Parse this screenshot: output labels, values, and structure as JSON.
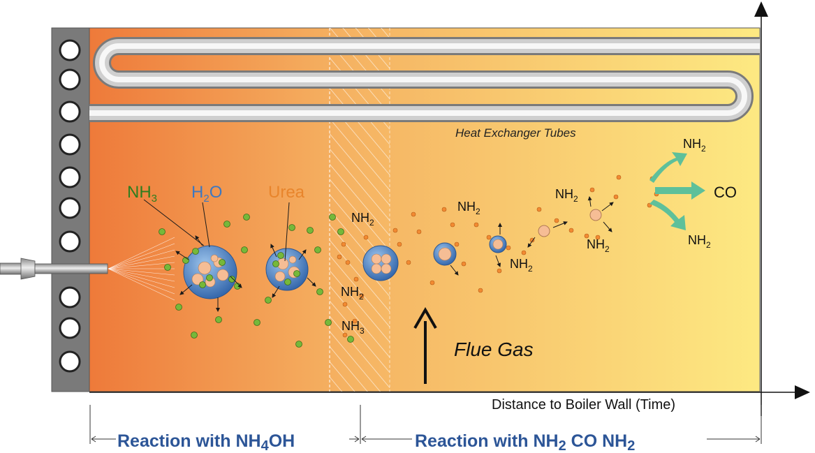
{
  "labels": {
    "heat_exchanger": "Heat Exchanger Tubes",
    "nh3": "NH",
    "nh3_sub": "3",
    "h2o_h": "H",
    "h2o_sub": "2",
    "h2o_o": "O",
    "urea": "Urea",
    "flue_gas": "Flue Gas",
    "co": "CO",
    "nh2_base": "NH",
    "nh2_sub": "2",
    "nh3_base": "NH",
    "nh3_small_sub": "3",
    "axis_x": "Distance to Boiler Wall (Time)",
    "reaction1_prefix": "Reaction with NH",
    "reaction1_sub": "4",
    "reaction1_suffix": "OH",
    "reaction2_prefix": "Reaction with NH",
    "reaction2_sub1": "2",
    "reaction2_mid": " CO NH",
    "reaction2_sub2": "2"
  },
  "colors": {
    "hot": "#ee7a3a",
    "mid": "#f5b262",
    "cool": "#fde982",
    "wall": "#7a7a7a",
    "droplet": "#3d74b8",
    "urea_core": "#f6bd95",
    "nh3_dot": "#76b83a",
    "nh2_dot": "#f28a32",
    "arrow_teal": "#5ec09a",
    "nh3_text": "#2e7d1f",
    "h2o_text": "#3e78c0",
    "urea_text": "#e8852c",
    "reaction_text": "#2c5597"
  }
}
